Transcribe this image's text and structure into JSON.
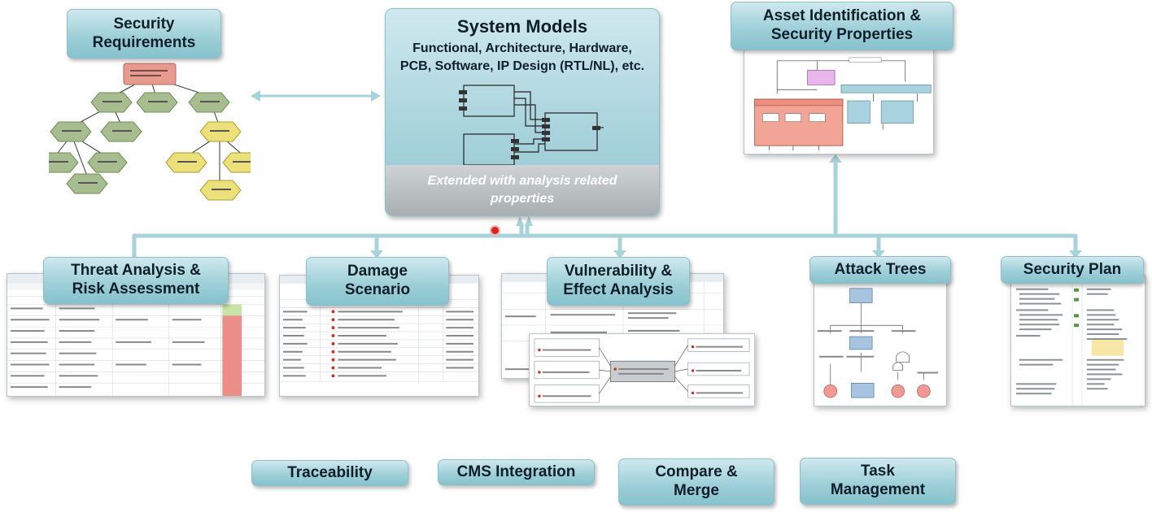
{
  "top": {
    "security_requirements": "Security\nRequirements",
    "system_models": {
      "title": "System Models",
      "subtitle": "Functional, Architecture, Hardware, PCB, Software, IP Design (RTL/NL), etc.",
      "extension": "Extended with analysis related properties"
    },
    "asset_identification": "Asset Identification &\nSecurity Properties"
  },
  "analyses": [
    {
      "label": "Threat Analysis &\nRisk Assessment"
    },
    {
      "label": "Damage\nScenario"
    },
    {
      "label": "Vulnerability &\nEffect Analysis"
    },
    {
      "label": "Attack Trees"
    },
    {
      "label": "Security Plan"
    }
  ],
  "bottom": [
    {
      "label": "Traceability"
    },
    {
      "label": "CMS Integration"
    },
    {
      "label": "Compare &\nMerge"
    },
    {
      "label": "Task\nManagement"
    }
  ],
  "colors": {
    "pill_teal": "#9fd0d9",
    "connector": "#a9d3db",
    "hex_green": "#a7bd8f",
    "hex_yellow": "#ece07a",
    "hex_red": "#e79a8e",
    "extension_gray": "#b4b9bc",
    "cursor_red": "#d9251c"
  }
}
